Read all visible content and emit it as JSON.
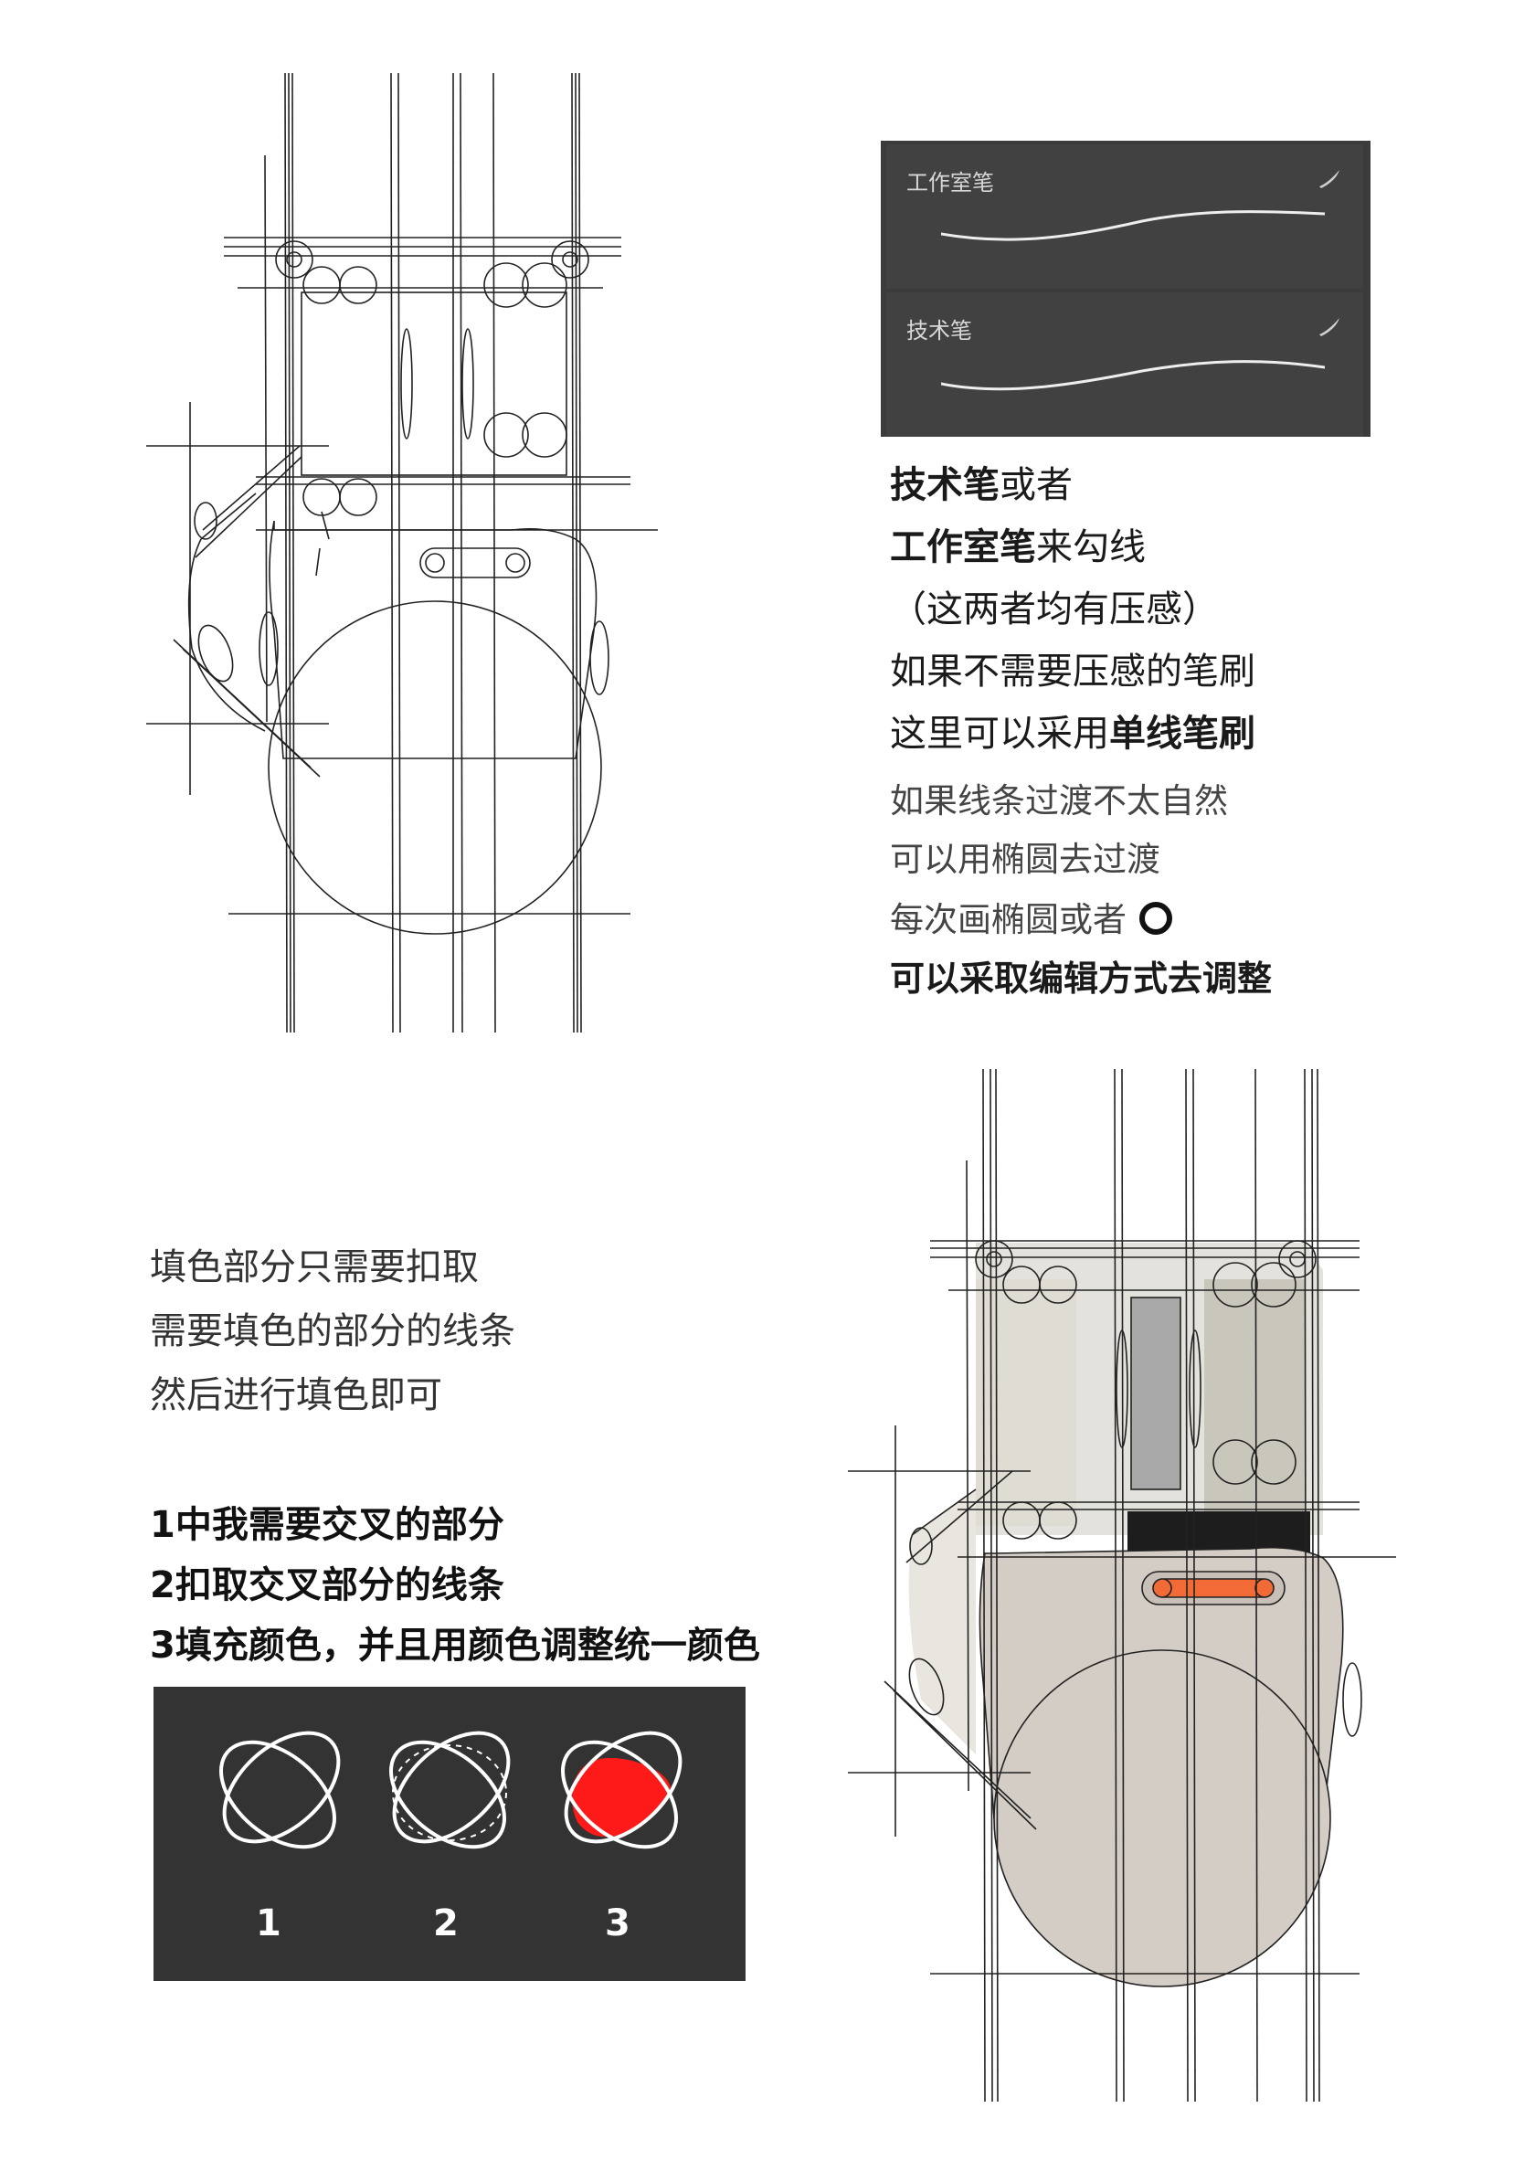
{
  "brush_panel": {
    "brush1": {
      "name": "工作室笔",
      "icon": "brush-icon"
    },
    "brush2": {
      "name": "技术笔",
      "icon": "brush-icon"
    }
  },
  "instructions": {
    "l1_bold": "技术笔",
    "l1_rest": "或者",
    "l2_bold": "工作室笔",
    "l2_rest": "来勾线",
    "l3": "（这两者均有压感）",
    "l4": "如果不需要压感的笔刷",
    "l5_rest": "这里可以采用",
    "l5_bold": "单线笔刷",
    "l6": "如果线条过渡不太自然",
    "l7": "可以用椭圆去过渡",
    "l8": "每次画椭圆或者",
    "l9": "可以采取编辑方式去调整"
  },
  "fill_notes": {
    "n1": "填色部分只需要扣取",
    "n2": "需要填色的部分的线条",
    "n3": "然后进行填色即可"
  },
  "steps": {
    "s1": "1中我需要交叉的部分",
    "s2": "2扣取交叉部分的线条",
    "s3": "3填充颜色，并且用颜色调整统一颜色"
  },
  "example": {
    "labels": [
      "1",
      "2",
      "3"
    ],
    "fill_color": "#ff1a1a"
  },
  "colors": {
    "panel_dark": "#3b3b3b",
    "accent_orange": "#f26a36",
    "device_shell": "#d3cdc6",
    "device_light": "#e4e2dc"
  }
}
